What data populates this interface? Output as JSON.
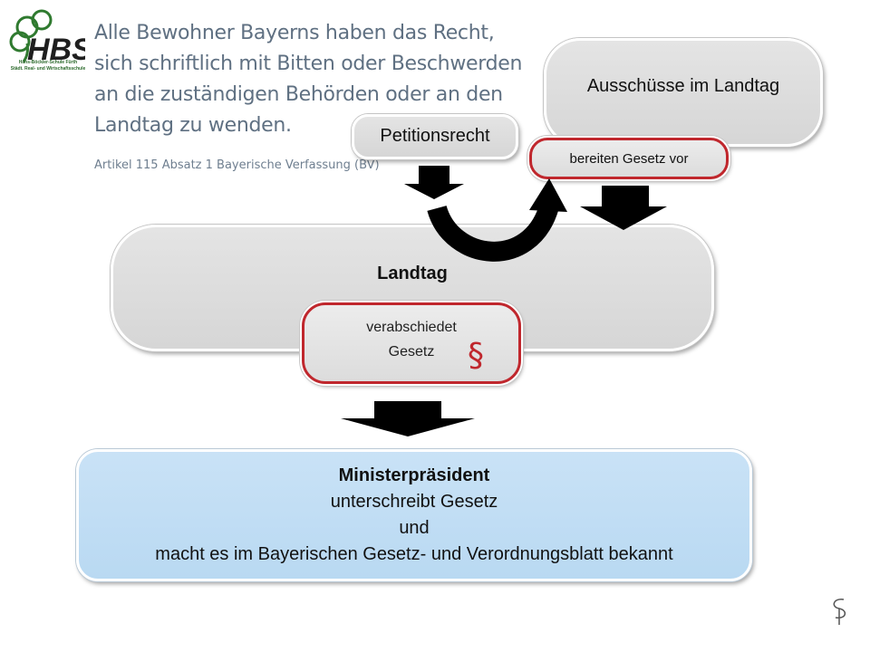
{
  "logo": {
    "letters": "HBS",
    "caption_line1": "Hans-Böckler-Schule Fürth",
    "caption_line2": "Städt. Real- und Wirtschaftsschule",
    "icon": "clover-icon"
  },
  "quote": {
    "lines": [
      "Alle Bewohner Bayerns haben das Recht,",
      "sich schriftlich mit Bitten oder Beschwerden",
      "an die zuständigen Behörden oder an den",
      "Landtag zu wenden."
    ],
    "source": "Artikel 115 Absatz 1 Bayerische Verfassung (BV)"
  },
  "nodes": {
    "ausschuesse": "Ausschüsse im Landtag",
    "petitionsrecht": "Petitionsrecht",
    "bereiten": "bereiten Gesetz vor",
    "landtag": "Landtag",
    "verabschiedet_line1": "verabschiedet",
    "verabschiedet_line2": "Gesetz",
    "paragraph_symbol": "§",
    "mp_title": "Ministerpräsident",
    "mp_line1": "unterschreibt Gesetz",
    "mp_line2": "und",
    "mp_line3": "macht es im Bayerischen Gesetz- und Verordnungsblatt bekannt"
  },
  "colors": {
    "red_border": "#c0272d",
    "grey_box": "#dcdcdc",
    "blue_box": "#c1ddf4",
    "quote_text": "#5f7082",
    "logo_green": "#2c6a2c"
  }
}
